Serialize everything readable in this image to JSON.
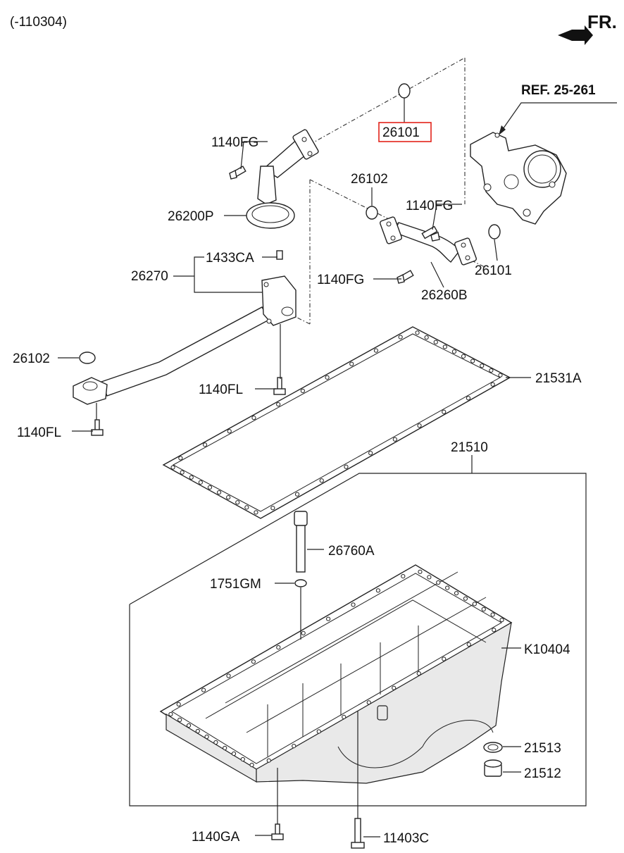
{
  "header": {
    "serial_range": "(-110304)",
    "direction": "FR.",
    "reference": "REF. 25-261"
  },
  "callouts": {
    "c26101_top": "26101",
    "c1140FG_a": "1140FG",
    "c26200P": "26200P",
    "c26102_mid": "26102",
    "c1140FG_b": "1140FG",
    "c1433CA": "1433CA",
    "c26270": "26270",
    "c26101_right": "26101",
    "c1140FG_c": "1140FG",
    "c26260B": "26260B",
    "c26102_left": "26102",
    "c21531A": "21531A",
    "c1140FL_a": "1140FL",
    "c1140FL_b": "1140FL",
    "c21510": "21510",
    "c26760A": "26760A",
    "c1751GM": "1751GM",
    "cK10404": "K10404",
    "c21513": "21513",
    "c21512": "21512",
    "c1140GA": "1140GA",
    "c11403C": "11403C"
  },
  "highlight_color": "#e2231a"
}
